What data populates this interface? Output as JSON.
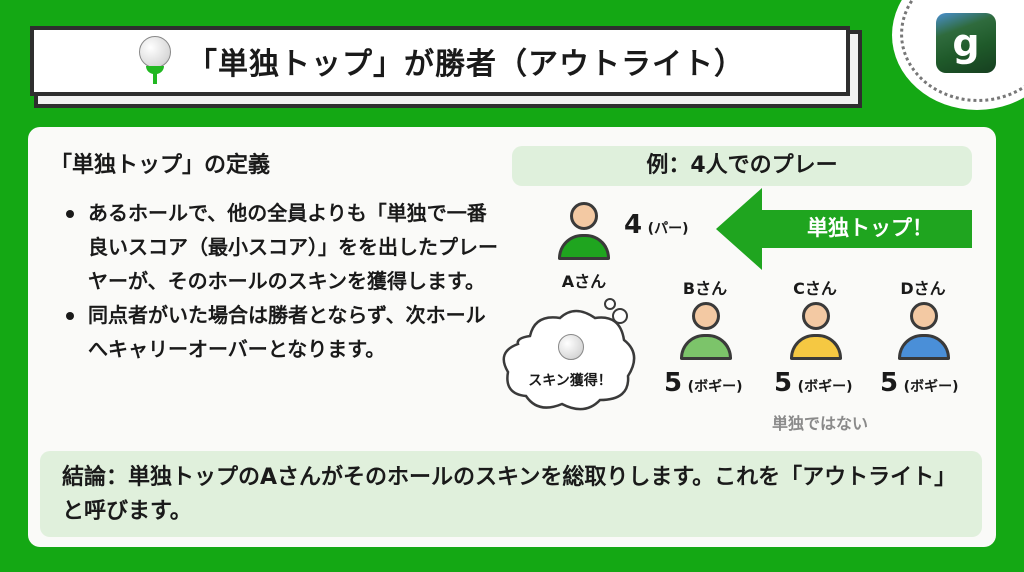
{
  "header": {
    "title": "「単独トップ」が勝者（アウトライト）",
    "title_icon": "golf-ball-on-tee-icon",
    "logo_letter": "g",
    "logo_icon": "brand-logo-icon"
  },
  "definition": {
    "heading": "「単独トップ」の定義",
    "bullets": [
      "あるホールで、他の全員よりも「単独で一番良いスコア（最小スコア）」をを出したプレーヤーが、そのホールのスキンを獲得します。",
      "同点者がいた場合は勝者とならず、次ホールへキャリーオーバーとなります。"
    ]
  },
  "example": {
    "heading": "例：4人でのプレー",
    "arrow_label": "単独トップ！",
    "thought_bubble": "スキン獲得！",
    "not_alone_note": "単独ではない",
    "players": [
      {
        "name": "Aさん",
        "score": "4",
        "score_label": "(パー)",
        "color": "#1fa51f"
      },
      {
        "name": "Bさん",
        "score": "5",
        "score_label": "(ボギー)",
        "color": "#7cc46a"
      },
      {
        "name": "Cさん",
        "score": "5",
        "score_label": "(ボギー)",
        "color": "#f5c842"
      },
      {
        "name": "Dさん",
        "score": "5",
        "score_label": "(ボギー)",
        "color": "#4a8fd8"
      }
    ]
  },
  "conclusion": {
    "text": "結論：単独トップのAさんがそのホールのスキンを総取りします。これを「アウトライト」と呼びます。"
  },
  "colors": {
    "background": "#14a814",
    "accent_green": "#1fa51f",
    "panel_light_green": "#dff0dc"
  }
}
